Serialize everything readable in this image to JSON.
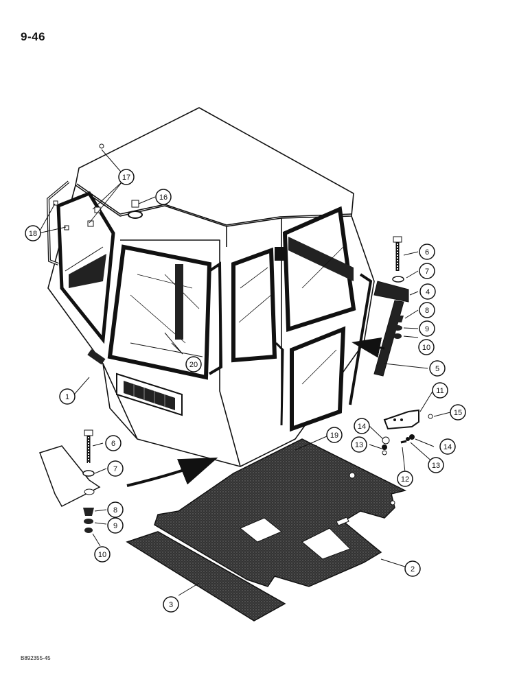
{
  "page": {
    "page_number": "9-46",
    "figure_code": "B892355-45"
  },
  "diagram": {
    "callouts": [
      {
        "id": "c1",
        "label": "1"
      },
      {
        "id": "c2",
        "label": "2"
      },
      {
        "id": "c3",
        "label": "3"
      },
      {
        "id": "c4",
        "label": "4"
      },
      {
        "id": "c5",
        "label": "5"
      },
      {
        "id": "c6a",
        "label": "6"
      },
      {
        "id": "c7a",
        "label": "7"
      },
      {
        "id": "c8a",
        "label": "8"
      },
      {
        "id": "c9a",
        "label": "9"
      },
      {
        "id": "c10a",
        "label": "10"
      },
      {
        "id": "c6b",
        "label": "6"
      },
      {
        "id": "c7b",
        "label": "7"
      },
      {
        "id": "c8b",
        "label": "8"
      },
      {
        "id": "c9b",
        "label": "9"
      },
      {
        "id": "c10b",
        "label": "10"
      },
      {
        "id": "c11",
        "label": "11"
      },
      {
        "id": "c12",
        "label": "12"
      },
      {
        "id": "c13a",
        "label": "13"
      },
      {
        "id": "c13b",
        "label": "13"
      },
      {
        "id": "c14a",
        "label": "14"
      },
      {
        "id": "c14b",
        "label": "14"
      },
      {
        "id": "c15",
        "label": "15"
      },
      {
        "id": "c16",
        "label": "16"
      },
      {
        "id": "c17",
        "label": "17"
      },
      {
        "id": "c18",
        "label": "18"
      },
      {
        "id": "c19",
        "label": "19"
      },
      {
        "id": "c20",
        "label": "20"
      }
    ]
  }
}
